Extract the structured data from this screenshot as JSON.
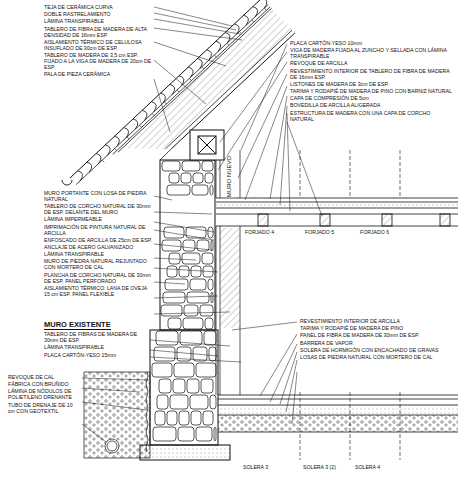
{
  "diagram": {
    "labels": [
      "TEJA DE CERÁMICA CURVA",
      "DOBLE RASTRELAMIENTO",
      "LÁMINA TRANSPIRABLE",
      "TABLERO DE FIBRA DE MADERA DE ALTA DENSIDAD DE 16mm ESP.",
      "AISLAMIENTO TÉRMICO DE CELULOSA INSUFLADO DE 30cm DE ESP.",
      "TABLERO DE MADERA DE 3,5 cm ESP. FIJADO A LA VIGA DE MADERA DE 20cm DE ESP.",
      "PALA DE PIEZA CERÁMICA",
      "MURO PORTANTE CON LOSA DE PIEDRA NATURAL",
      "TABLERO DE CORCHO NATURAL DE 30mm DE ESP. DELANTE DEL MURO",
      "LÁMINA IMPERMEABLE",
      "IMPRIMACIÓN DE PINTURA NATURAL DE ARCILLA",
      "ENFOSCADO DE ARCILLA DE 25cm DE ESP.",
      "ANCLAJE DE ACERO GALVANIZADO",
      "LÁMINA TRANSPIRABLE",
      "MURO DE PIEDRA NATURAL REJUNTADO CON MORTERO DE CAL",
      "PLANCHA DE CORCHO NATURAL DE 30mm DE ESP. PANEL PERFORADO",
      "AISLAMIENTO TÉRMICO: LANA DE OVEJA 15 cm ESP. PANEL FLEXIBLE",
      "MURO EXISTENTE",
      "TABLERO DE FIBRAS DE MADERA DE 30mm DE ESP.",
      "LÁMINA TRANSPIRABLE",
      "PLACA CARTÓN-YESO 15mm",
      "REVOQUE DE CAL",
      "FÁBRICA CON BRUÑIDO",
      "LÁMINA DE NÓDULOS DE POLIETILENO DRENANTE",
      "TUBO DE DRENAJE DE 10 cm CON GEOTEXTIL",
      "PLACA CARTÓN-YESO 10mm",
      "VIGA DE MADERA FIJADA AL ZUNCHO Y SELLADA CON LÁMINA TRANSPIRABLE",
      "REVOQUE DE ARCILLA",
      "REVESTIMIENTO INTERIOR DE TABLERO DE FIBRA DE MADERA DE 16mm ESP.",
      "LISTONES DE MADERA DE 3cm DE ESP.",
      "TARIMA Y RODAPIÉ DE MADERA DE PINO CON BARNIZ NATURAL",
      "CAPA DE COMPRESIÓN DE 5cm",
      "BOVEDILLA DE ARCILLA ALIGERADA",
      "ESTRUCTURA DE MADERA CON UNA CAPA DE CORCHO NATURAL",
      "MURO NUEVO",
      "FORJADO 4",
      "FORJADO 5",
      "FORJADO 6",
      "REVESTIMIENTO INTERIOR DE ARCILLA",
      "TARIMA Y RODAPIÉ DE MADERA DE PINO",
      "PANEL DE FIBRA DE MADERA DE 30mm DE ESP.",
      "BARRERA DE VAPOR",
      "SOLERA DE HORMIGÓN CON ENCACHADO DE GRAVAS",
      "LOSAS DE PIEDRA NATURAL CON MORTERO DE CAL",
      "SOLERA 3",
      "SOLERA 3 (2)",
      "SOLERA 4"
    ]
  }
}
